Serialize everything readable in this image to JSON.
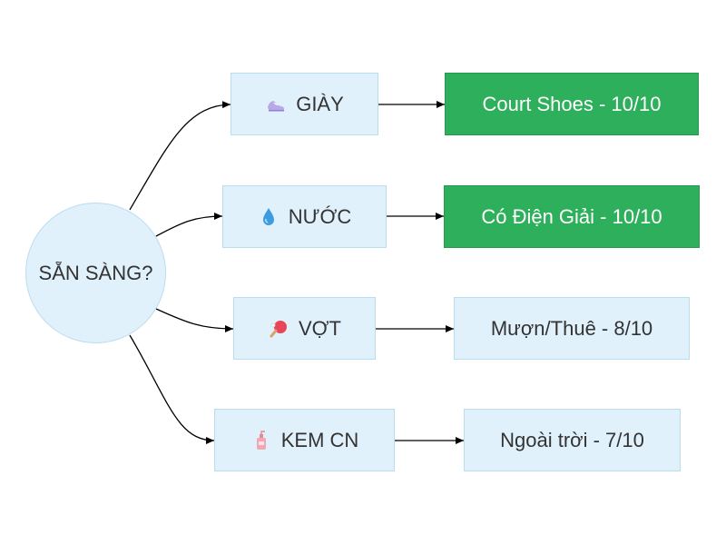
{
  "root": {
    "label": "SẴN SÀNG?"
  },
  "categories": [
    {
      "label": "GIÀY",
      "icon": "running-shoe-icon"
    },
    {
      "label": "NƯỚC",
      "icon": "water-drop-icon"
    },
    {
      "label": "VỢT",
      "icon": "ping-pong-paddle-icon"
    },
    {
      "label": "KEM CN",
      "icon": "lotion-bottle-icon"
    }
  ],
  "results": [
    {
      "label": "Court Shoes - 10/10",
      "score": 10,
      "max": 10,
      "status_color": "#2eaf5c"
    },
    {
      "label": "Có Điện Giải - 10/10",
      "score": 10,
      "max": 10,
      "status_color": "#2eaf5c"
    },
    {
      "label": "Mượn/Thuê - 8/10",
      "score": 8,
      "max": 10,
      "status_color": "#e1f1fb"
    },
    {
      "label": "Ngoài trời - 7/10",
      "score": 7,
      "max": 10,
      "status_color": "#e1f1fb"
    }
  ],
  "colors": {
    "node_fill": "#e1f1fb",
    "node_border": "#b9dcef",
    "highlight_fill": "#2eaf5c",
    "edge": "#000000"
  }
}
